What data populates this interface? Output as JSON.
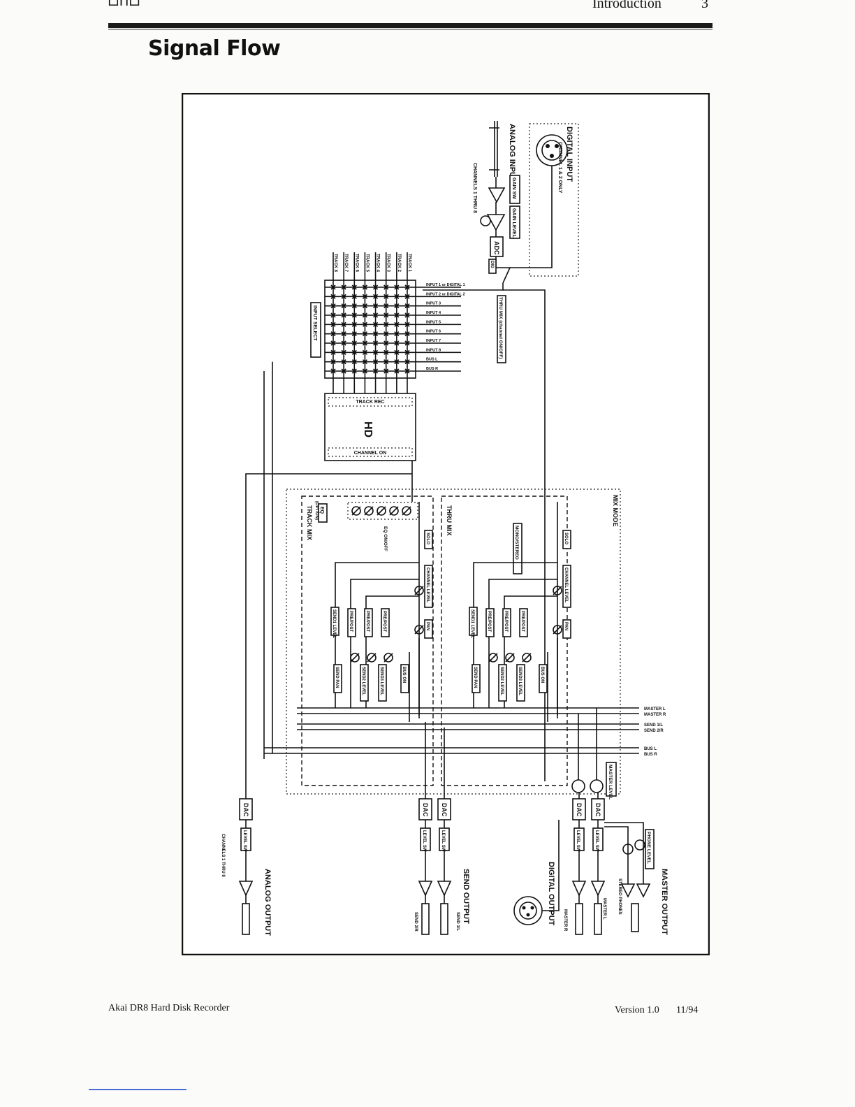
{
  "header": {
    "logo": "ᗝᑎᗝ",
    "section": "Introduction",
    "page_number": "3"
  },
  "title": "Signal Flow",
  "diagram": {
    "inputs": {
      "digital_input": "DIGITAL INPUT",
      "digital_input_sub": "CHANNEL 1 & 2 ONLY",
      "analog_input": "ANALOG INPUT",
      "analog_input_sub": "CHANNELS 1 THRU 8",
      "gain_sw": "GAIN SW",
      "gain_level": "GAIN LEVEL",
      "adc": "ADC",
      "dig_sw": "DIG",
      "thru_mix_switch": "THRU MIX (channel ON/OFF)"
    },
    "input_select": "INPUT SELECT",
    "input_rows": [
      "INPUT 1 or DIGITAL 1",
      "INPUT 2 or DIGITAL 2",
      "INPUT 3",
      "INPUT 4",
      "INPUT 5",
      "INPUT 6",
      "INPUT 7",
      "INPUT 8",
      "BUS L",
      "BUS R"
    ],
    "tracks": [
      "TRACK 1",
      "TRACK 2",
      "TRACK 3",
      "TRACK 4",
      "TRACK 5",
      "TRACK 6",
      "TRACK 7",
      "TRACK 8"
    ],
    "hd": {
      "label": "HD",
      "track_rec": "TRACK REC",
      "channel_on": "CHANNEL ON"
    },
    "mix_mode": "MIX MODE",
    "track_mix": {
      "label": "TRACK MIX",
      "eq": "EQ",
      "eq_option": "(OPTION)",
      "eq_onoff": "EQ ON/OFF",
      "solo": "SOLO",
      "channel_level": "CHANNEL LEVEL",
      "pan": "PAN",
      "pre_post_1": "PRE/POST",
      "pre_post_2": "PRE/POST",
      "pre_post_3": "PRE/POST",
      "send1_level": "SEND1 LEVEL",
      "send2_level": "SEND2 LEVEL",
      "send3_level": "SEND3 LEVEL",
      "send_pan": "SEND PAN",
      "bus_on": "BUS ON"
    },
    "thru_mix": {
      "label": "THRU MIX",
      "mono_stereo": "MONO/STEREO",
      "solo": "SOLO",
      "channel_level": "CHANNEL LEVEL",
      "pan": "PAN",
      "pre_post_1": "PRE/POST",
      "pre_post_2": "PRE/POST",
      "pre_post_3": "PRE/POST",
      "send1_level": "SEND1 LEVEL",
      "send2_level": "SEND2 LEVEL",
      "send3_level": "SEND3 LEVEL",
      "send_pan": "SEND PAN",
      "bus_on": "BUS ON"
    },
    "buses": [
      "MASTER L",
      "MASTER R",
      "SEND 1/L",
      "SEND 2/R",
      "BUS L",
      "BUS R"
    ],
    "master_level": "MASTER LEVEL",
    "phone_level": "PHONE LEVEL",
    "dac": "DAC",
    "level_sw": "LEVEL SW",
    "outputs": {
      "analog_output": "ANALOG OUTPUT",
      "analog_output_sub": "CHANNELS 1 THRU 8",
      "send_output": "SEND OUTPUT",
      "send_1": "SEND 1/L",
      "send_2": "SEND 2/R",
      "digital_output": "DIGITAL OUTPUT",
      "master_output": "MASTER OUTPUT",
      "master_l": "MASTER L",
      "master_r": "MASTER R",
      "stereo_phones": "STEREO PHONES"
    }
  },
  "footer": {
    "left": "Akai DR8 Hard Disk Recorder",
    "version": "Version 1.0",
    "date": "11/94"
  }
}
